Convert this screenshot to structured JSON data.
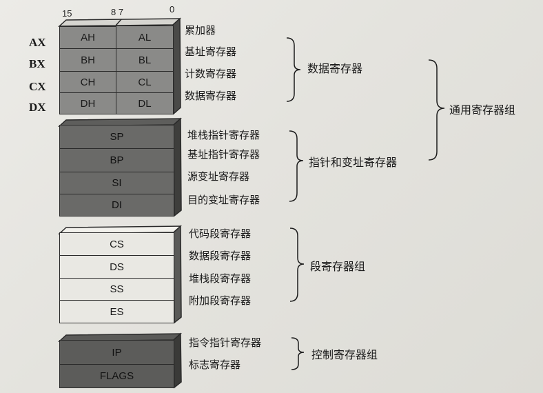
{
  "bits": {
    "b15": "15",
    "b87": "8 7",
    "b0": "0"
  },
  "general": {
    "rows": [
      {
        "name": "AX",
        "high": "AH",
        "low": "AL",
        "desc": "累加器"
      },
      {
        "name": "BX",
        "high": "BH",
        "low": "BL",
        "desc": "基址寄存器"
      },
      {
        "name": "CX",
        "high": "CH",
        "low": "CL",
        "desc": "计数寄存器"
      },
      {
        "name": "DX",
        "high": "DH",
        "low": "DL",
        "desc": "数据寄存器"
      }
    ],
    "group_label": "数据寄存器"
  },
  "pointer": {
    "rows": [
      {
        "name": "SP",
        "desc": "堆栈指针寄存器"
      },
      {
        "name": "BP",
        "desc": "基址指针寄存器"
      },
      {
        "name": "SI",
        "desc": "源变址寄存器"
      },
      {
        "name": "DI",
        "desc": "目的变址寄存器"
      }
    ],
    "group_label": "指针和变址寄存器"
  },
  "general_purpose_label": "通用寄存器组",
  "segment": {
    "rows": [
      {
        "name": "CS",
        "desc": "代码段寄存器"
      },
      {
        "name": "DS",
        "desc": "数据段寄存器"
      },
      {
        "name": "SS",
        "desc": "堆栈段寄存器"
      },
      {
        "name": "ES",
        "desc": "附加段寄存器"
      }
    ],
    "group_label": "段寄存器组"
  },
  "control": {
    "rows": [
      {
        "name": "IP",
        "desc": "指令指针寄存器"
      },
      {
        "name": "FLAGS",
        "desc": "标志寄存器"
      }
    ],
    "group_label": "控制寄存器组"
  }
}
